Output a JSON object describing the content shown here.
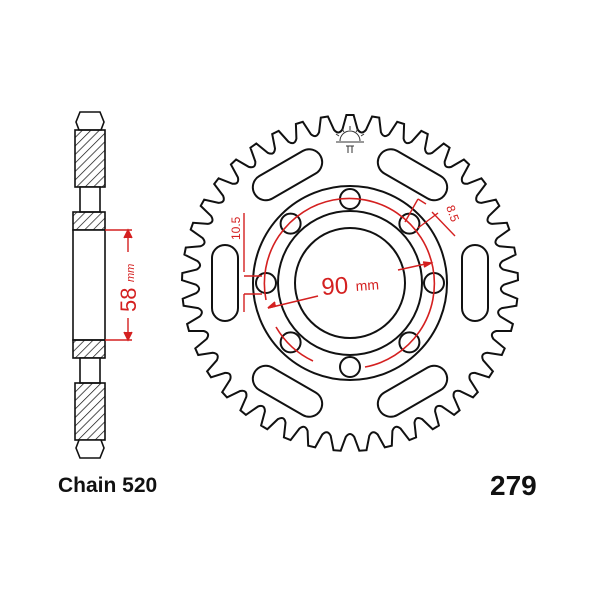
{
  "chain_label": "Chain 520",
  "part_number": "279",
  "dimensions": {
    "bore_value": "58",
    "bore_unit": "mm",
    "pcd_value": "90",
    "pcd_unit": "mm",
    "hole_spacing": "10.5",
    "hole_diameter": "8.5"
  },
  "colors": {
    "dimension": "#d42020",
    "outline": "#111111"
  }
}
